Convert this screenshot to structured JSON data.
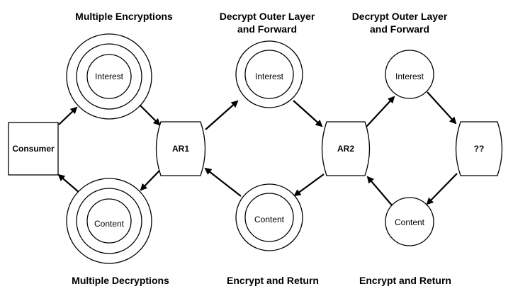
{
  "headings": {
    "multiple_encryptions": "Multiple Encryptions",
    "decrypt_forward_1_line1": "Decrypt Outer Layer",
    "decrypt_forward_1_line2": "and Forward",
    "decrypt_forward_2_line1": "Decrypt Outer Layer",
    "decrypt_forward_2_line2": "and Forward",
    "multiple_decryptions": "Multiple Decryptions",
    "encrypt_return_1": "Encrypt and Return",
    "encrypt_return_2": "Encrypt and Return"
  },
  "nodes": {
    "consumer": "Consumer",
    "ar1": "AR1",
    "ar2": "AR2",
    "unknown": "??",
    "interest_1": "Interest",
    "interest_2": "Interest",
    "interest_3": "Interest",
    "content_1": "Content",
    "content_2": "Content",
    "content_3": "Content"
  },
  "encryption_layers": {
    "interest_1": 3,
    "interest_2": 2,
    "interest_3": 1,
    "content_1": 3,
    "content_2": 2,
    "content_3": 1
  }
}
